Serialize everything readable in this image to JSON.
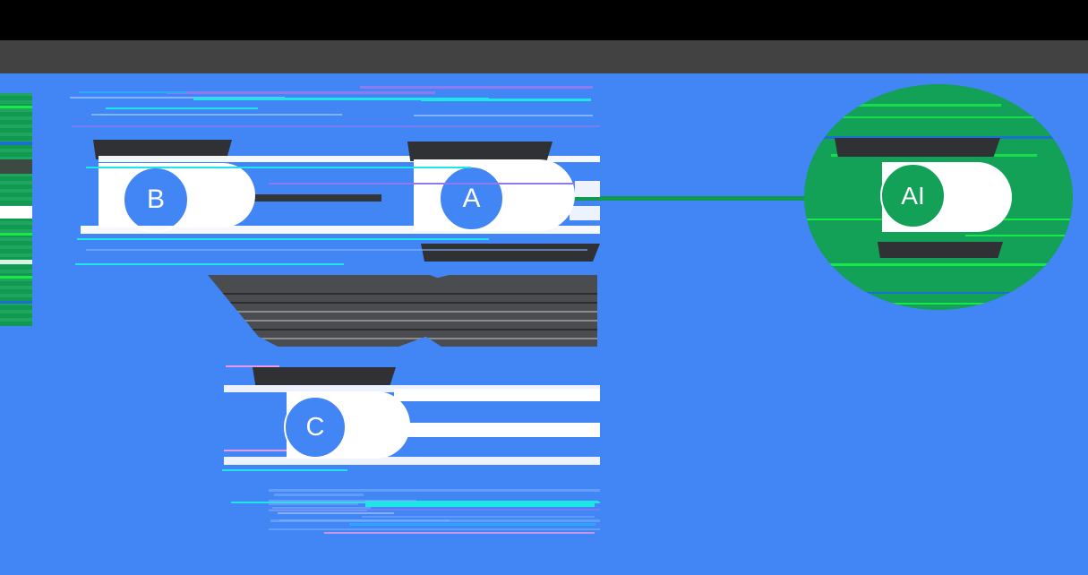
{
  "window": {
    "title": "Untitled",
    "titlebar_color": "#424242",
    "top_band_color": "#000000"
  },
  "canvas": {
    "background_color": "#4285f4",
    "accent_blue": "#4285f4",
    "accent_green": "#12a156",
    "card_color": "#ffffff",
    "redaction_color": "#303134"
  },
  "nodes": [
    {
      "id": "node-b",
      "badge": "B",
      "badge_color": "#4285f4",
      "title": "",
      "subtitle": ""
    },
    {
      "id": "node-a",
      "badge": "A",
      "badge_color": "#4285f4",
      "title": "",
      "subtitle": ""
    },
    {
      "id": "node-c",
      "badge": "C",
      "badge_color": "#4285f4",
      "title": "",
      "subtitle": ""
    },
    {
      "id": "node-ai",
      "badge": "AI",
      "badge_color": "#12a156",
      "title": "",
      "subtitle": ""
    }
  ],
  "connectors": [
    {
      "id": "b-to-a",
      "from": "node-b",
      "to": "node-a",
      "color": "#333538"
    },
    {
      "id": "a-to-ai",
      "from": "node-a",
      "to": "node-ai",
      "color": "#119a4f"
    }
  ],
  "labels": {
    "b_title": "",
    "b_subtitle": "",
    "a_title": "",
    "a_subtitle": "",
    "c_title": "",
    "ai_title": "",
    "ai_subtitle": "",
    "center_slab": ""
  },
  "icons": {
    "badge_b": "circle-badge-icon",
    "badge_a": "circle-badge-icon",
    "badge_c": "circle-badge-icon",
    "badge_ai": "circle-badge-ai-icon"
  }
}
